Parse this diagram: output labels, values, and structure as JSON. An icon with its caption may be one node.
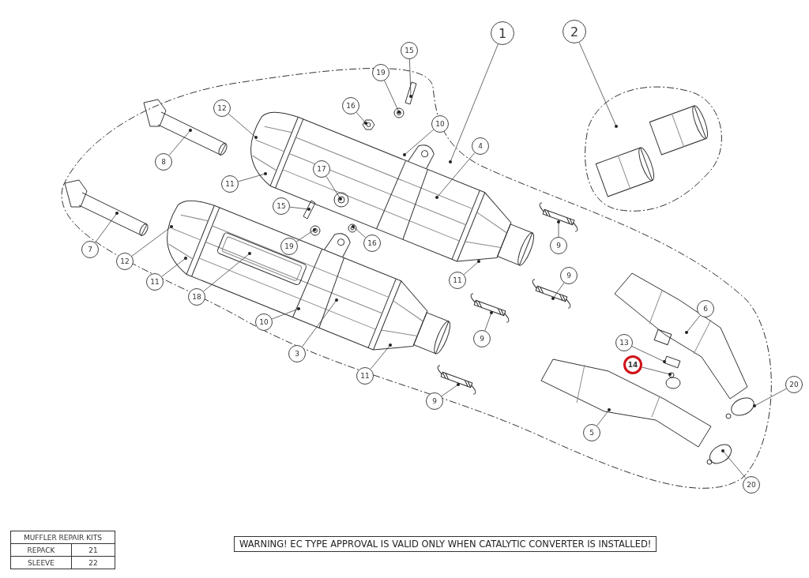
{
  "diagram": {
    "nodes": [
      {
        "text": [
          "1"
        ]
      },
      {
        "text": [
          "2"
        ]
      },
      {
        "text": [
          "15"
        ]
      },
      {
        "text": [
          "19"
        ]
      },
      {
        "text": [
          "16"
        ]
      },
      {
        "text": [
          "12"
        ]
      },
      {
        "text": [
          "10"
        ]
      },
      {
        "text": [
          "4"
        ]
      },
      {
        "text": [
          "8"
        ]
      },
      {
        "text": [
          "17"
        ]
      },
      {
        "text": [
          "11"
        ]
      },
      {
        "text": [
          "15"
        ]
      },
      {
        "text": [
          "7"
        ]
      },
      {
        "text": [
          "19"
        ]
      },
      {
        "text": [
          "16"
        ]
      },
      {
        "text": [
          "9"
        ]
      },
      {
        "text": [
          "12"
        ]
      },
      {
        "text": [
          "11"
        ]
      },
      {
        "text": [
          "11"
        ]
      },
      {
        "text": [
          "9"
        ]
      },
      {
        "text": [
          "18"
        ]
      },
      {
        "text": [
          "6"
        ]
      },
      {
        "text": [
          "10"
        ]
      },
      {
        "text": [
          "9"
        ]
      },
      {
        "text": [
          "13"
        ]
      },
      {
        "text": [
          "3"
        ]
      },
      {
        "text": [
          "14"
        ]
      },
      {
        "text": [
          "11"
        ]
      },
      {
        "text": [
          "20"
        ]
      },
      {
        "text": [
          "9"
        ]
      },
      {
        "text": [
          "5"
        ]
      },
      {
        "text": [
          "20"
        ]
      }
    ],
    "edges": [
      {
        "from": 0,
        "to": null,
        "arrow": "other"
      },
      {
        "from": 1,
        "to": null,
        "arrow": "other"
      },
      {
        "from": 2,
        "to": null,
        "arrow": "other"
      },
      {
        "from": 3,
        "to": null,
        "arrow": "other"
      },
      {
        "from": 4,
        "to": null,
        "arrow": "other"
      },
      {
        "from": 5,
        "to": null,
        "arrow": "other"
      },
      {
        "from": 6,
        "to": null,
        "arrow": "other"
      },
      {
        "from": 7,
        "to": null,
        "arrow": "other"
      },
      {
        "from": 8,
        "to": null,
        "arrow": "other"
      },
      {
        "from": 9,
        "to": null,
        "arrow": "other"
      },
      {
        "from": 10,
        "to": null,
        "arrow": "other"
      },
      {
        "from": 11,
        "to": null,
        "arrow": "other"
      },
      {
        "from": 12,
        "to": null,
        "arrow": "other"
      },
      {
        "from": 13,
        "to": null,
        "arrow": "other"
      },
      {
        "from": 14,
        "to": null,
        "arrow": "other"
      },
      {
        "from": 15,
        "to": null,
        "arrow": "other"
      },
      {
        "from": 16,
        "to": null,
        "arrow": "other"
      },
      {
        "from": 17,
        "to": null,
        "arrow": "other"
      },
      {
        "from": 18,
        "to": null,
        "arrow": "other"
      },
      {
        "from": 19,
        "to": null,
        "arrow": "other"
      },
      {
        "from": 20,
        "to": null,
        "arrow": "other"
      },
      {
        "from": 21,
        "to": null,
        "arrow": "other"
      },
      {
        "from": 22,
        "to": null,
        "arrow": "other"
      },
      {
        "from": 23,
        "to": null,
        "arrow": "other"
      },
      {
        "from": 24,
        "to": null,
        "arrow": "other"
      },
      {
        "from": 25,
        "to": null,
        "arrow": "other"
      },
      {
        "from": 26,
        "to": null,
        "arrow": "other"
      },
      {
        "from": 27,
        "to": null,
        "arrow": "other"
      },
      {
        "from": 28,
        "to": null,
        "arrow": "other"
      },
      {
        "from": 29,
        "to": null,
        "arrow": "other"
      },
      {
        "from": 30,
        "to": null,
        "arrow": "other"
      },
      {
        "from": 31,
        "to": null,
        "arrow": "other"
      }
    ],
    "labels": [
      "MUFFLER REPAIR KITS",
      "REPACK",
      "21",
      "SLEEVE",
      "22",
      "WARNING! EC TYPE APPROVAL IS VALID ONLY WHEN CATALYTIC CONVERTER IS INSTALLED!"
    ]
  }
}
